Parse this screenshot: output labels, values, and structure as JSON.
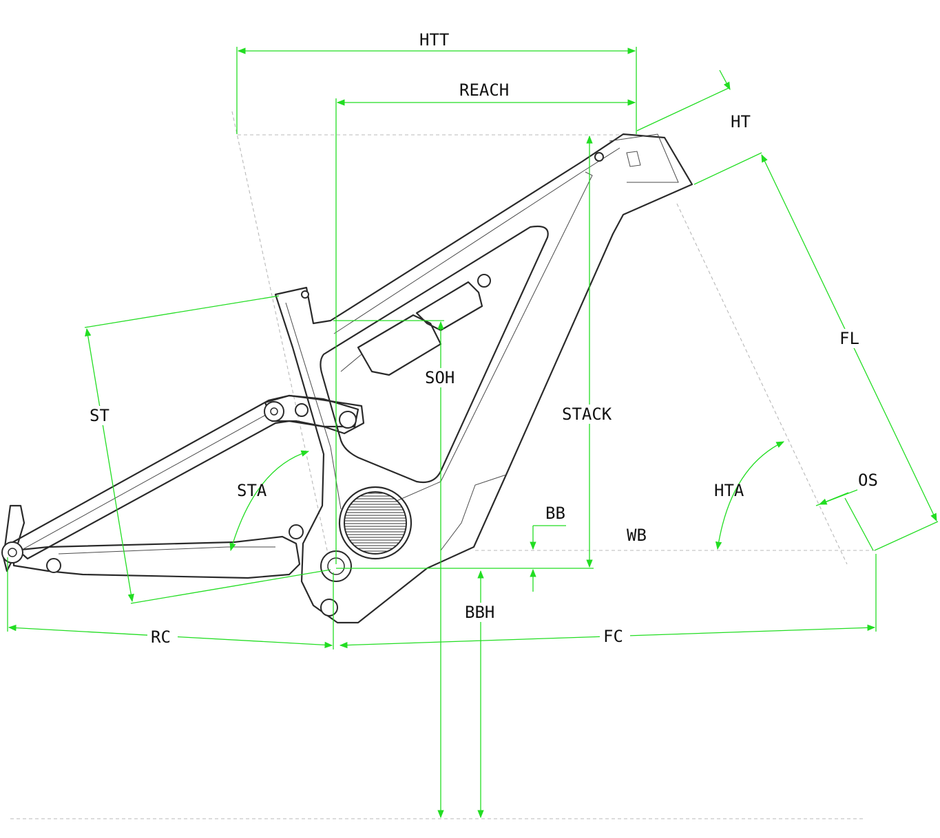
{
  "labels": {
    "htt": "HTT",
    "reach": "REACH",
    "ht": "HT",
    "fl": "FL",
    "st": "ST",
    "soh": "SOH",
    "stack": "STACK",
    "sta": "STA",
    "hta": "HTA",
    "os": "OS",
    "bb": "BB",
    "wb": "WB",
    "bbh": "BBH",
    "rc": "RC",
    "fc": "FC"
  },
  "colors": {
    "dimension_line": "#22dd22",
    "frame_outline": "#2a2a2a",
    "reference_dashed": "#b8b8b8"
  }
}
